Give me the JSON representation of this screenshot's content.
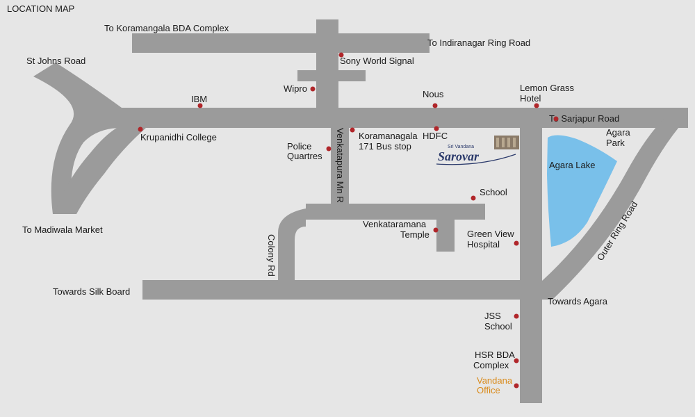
{
  "title": "LOCATION MAP",
  "colors": {
    "background": "#e6e6e6",
    "road": "#9b9b9b",
    "lake": "#79c0ea",
    "marker": "#b0262a",
    "office_label": "#d98a1a"
  },
  "roads": {
    "koramangala_bda": "To Koramangala BDA Complex",
    "indiranagar": "To Indiranagar Ring Road",
    "st_johns": "St Johns Road",
    "sarjapur": "To Sarjapur Road",
    "madiwala": "To Madiwala Market",
    "silk_board": "Towards Silk Board",
    "towards_agara": "Towards Agara",
    "outer_ring": "Outer Ring Road",
    "venkatapura": "Venkatapura Mn R",
    "colony": "Colony Rd"
  },
  "landmarks": {
    "sony": "Sony World Signal",
    "wipro": "Wipro",
    "ibm": "IBM",
    "nous": "Nous",
    "lemon_grass_1": "Lemon Grass",
    "lemon_grass_2": "Hotel",
    "krupanidhi": "Krupanidhi College",
    "koramangala_bus_1": "Koramanagala",
    "koramangala_bus_2": "171 Bus stop",
    "police_1": "Police",
    "police_2": "Quartres",
    "hdfc": "HDFC",
    "agara_park_1": "Agara",
    "agara_park_2": "Park",
    "agara_lake": "Agara Lake",
    "school": "School",
    "venkataramana_1": "Venkataramana",
    "venkataramana_2": "Temple",
    "green_view_1": "Green View",
    "green_view_2": "Hospital",
    "jss_1": "JSS",
    "jss_2": "School",
    "hsr_1": "HSR BDA",
    "hsr_2": "Complex",
    "vandana_1": "Vandana",
    "vandana_2": "Office"
  },
  "project": {
    "small_text": "Sri Vandana",
    "name": "Sarovar"
  }
}
